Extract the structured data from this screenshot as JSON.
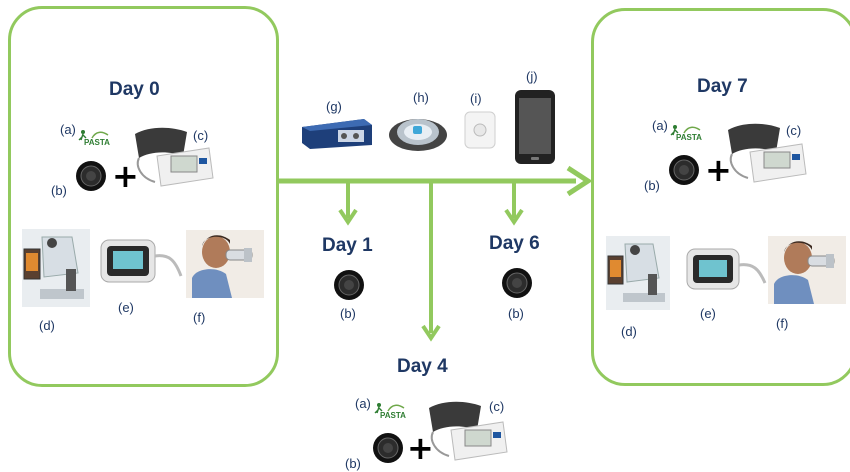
{
  "days": {
    "day0": "Day 0",
    "day1": "Day 1",
    "day4": "Day 4",
    "day6": "Day 6",
    "day7": "Day 7"
  },
  "labels": {
    "a": "(a)",
    "b": "(b)",
    "c": "(c)",
    "d": "(d)",
    "e": "(e)",
    "f": "(f)",
    "g": "(g)",
    "h": "(h)",
    "i": "(i)",
    "j": "(j)"
  },
  "plus": "+",
  "pasta_text": "PASTA",
  "colors": {
    "arrow": "#92c95e",
    "box_border": "#92c95e",
    "label": "#1f3864"
  },
  "icons": {
    "a": "pasta-logo",
    "b": "activity-monitor",
    "c": "blood-pressure-monitor",
    "d": "retinal-camera",
    "e": "pulse-wave-device",
    "f": "spirometry-person",
    "g": "blue-recorder-box",
    "h": "wrist-device",
    "i": "small-sensor",
    "j": "smartphone"
  }
}
